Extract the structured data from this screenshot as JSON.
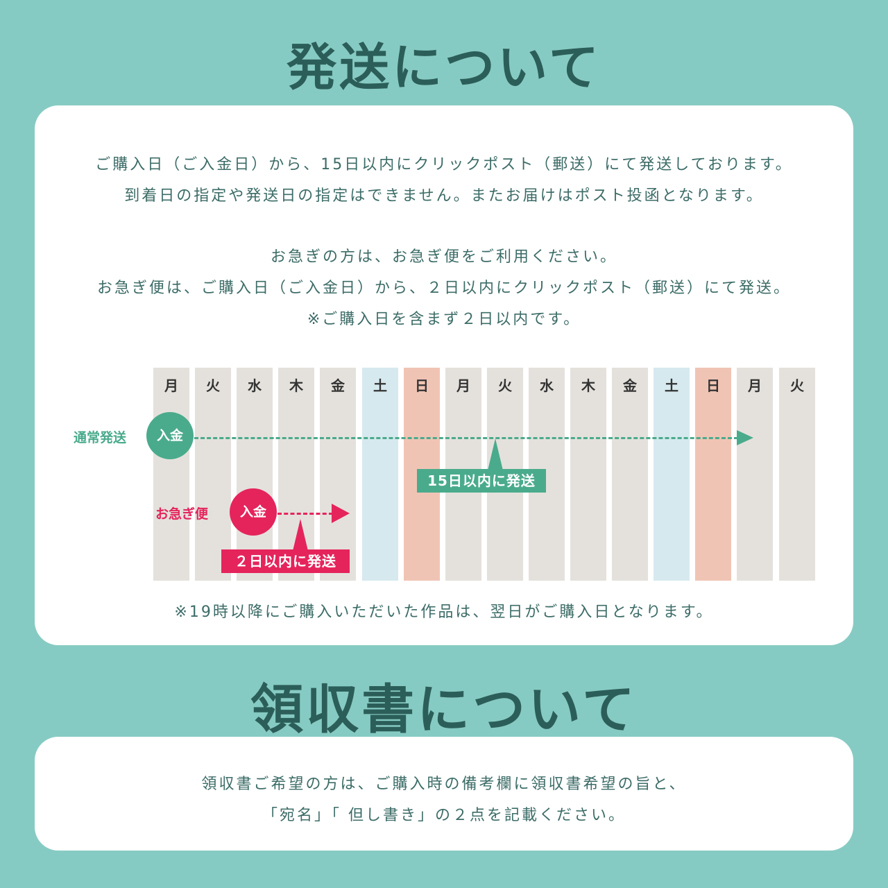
{
  "shipping": {
    "heading": "発送について",
    "lines": [
      "ご購入日（ご入金日）から、15日以内にクリックポスト（郵送）にて発送しております。",
      "到着日の指定や発送日の指定はできません。またお届けはポスト投函となります。",
      "お急ぎの方は、お急ぎ便をご利用ください。",
      "お急ぎ便は、ご購入日（ご入金日）から、２日以内にクリックポスト（郵送）にて発送。",
      "※ご購入日を含まず２日以内です。"
    ],
    "note": "※19時以降にご購入いただいた作品は、翌日がご購入日となります。"
  },
  "calendar": {
    "days": [
      "月",
      "火",
      "水",
      "木",
      "金",
      "土",
      "日",
      "月",
      "火",
      "水",
      "木",
      "金",
      "土",
      "日",
      "月",
      "火"
    ],
    "normal": {
      "label": "通常発送",
      "circle": "入金",
      "callout": "15日以内に発送",
      "color": "#4aab8c"
    },
    "express": {
      "label": "お急ぎ便",
      "circle": "入金",
      "callout": "２日以内に発送",
      "color": "#e5245c"
    },
    "colors": {
      "weekday": "#e4e1dc",
      "saturday": "#d6e9ee",
      "sunday": "#f0c4b4"
    }
  },
  "receipt": {
    "heading": "領収書について",
    "lines": [
      "領収書ご希望の方は、ご購入時の備考欄に領収書希望の旨と、",
      "「宛名」「 但し書き」の２点を記載ください。"
    ]
  }
}
